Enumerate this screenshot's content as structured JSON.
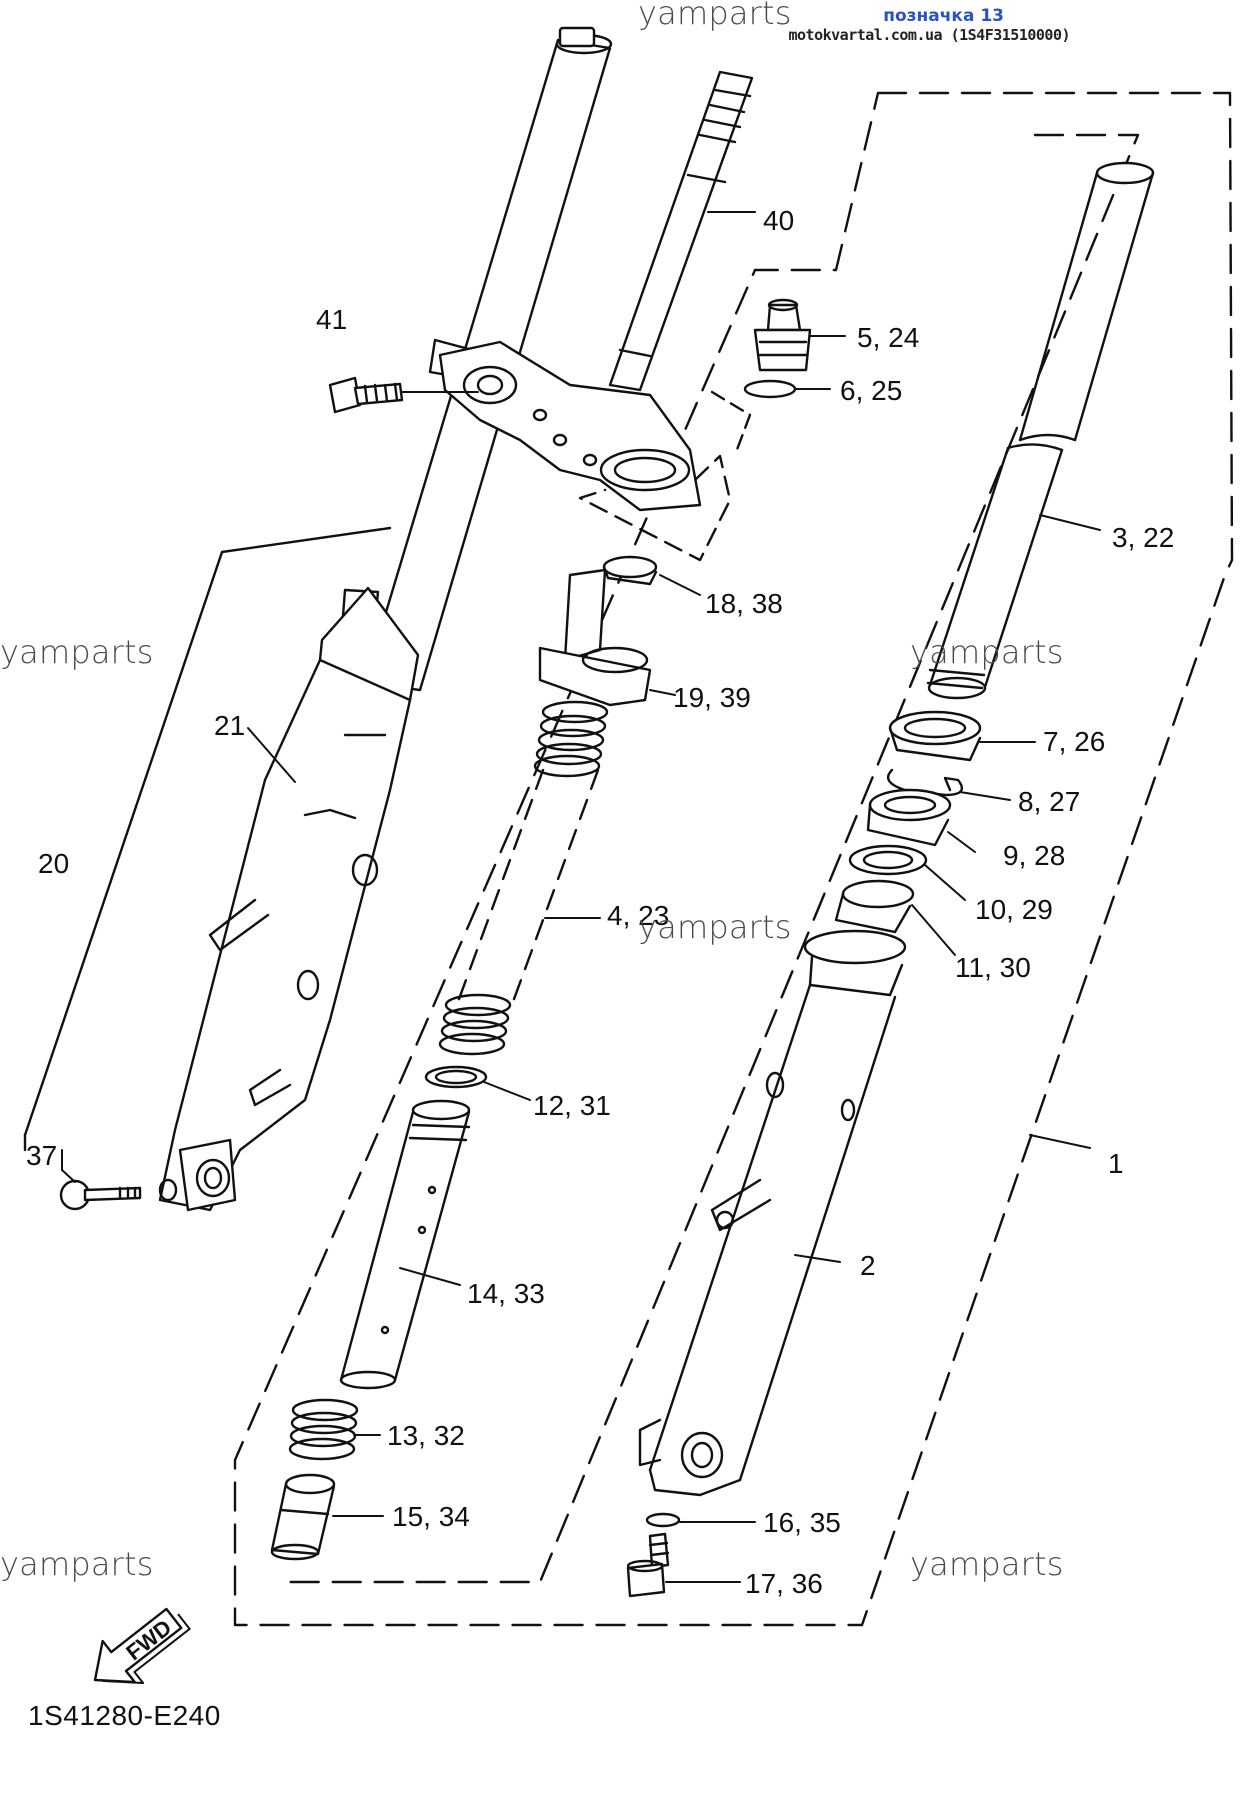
{
  "header": {
    "label": "позначка 13",
    "site": "motokvartal.com.ua (1S4F31510000)"
  },
  "watermarks": [
    "yamparts",
    "yamparts",
    "yamparts",
    "yamparts",
    "yamparts",
    "yamparts"
  ],
  "diagram_code": "1S41280-E240",
  "fwd_arrow_text": "FWD",
  "callouts": {
    "c1": "1",
    "c2": "2",
    "c3": "3, 22",
    "c4": "4, 23",
    "c5": "5, 24",
    "c6": "6, 25",
    "c7": "7, 26",
    "c8": "8, 27",
    "c9": "9, 28",
    "c10": "10, 29",
    "c11": "11, 30",
    "c12": "12, 31",
    "c13": "13, 32",
    "c14": "14, 33",
    "c15": "15, 34",
    "c16": "16, 35",
    "c17": "17, 36",
    "c18": "18, 38",
    "c19": "19, 39",
    "c20": "20",
    "c21": "21",
    "c37": "37",
    "c40": "40",
    "c41": "41"
  }
}
